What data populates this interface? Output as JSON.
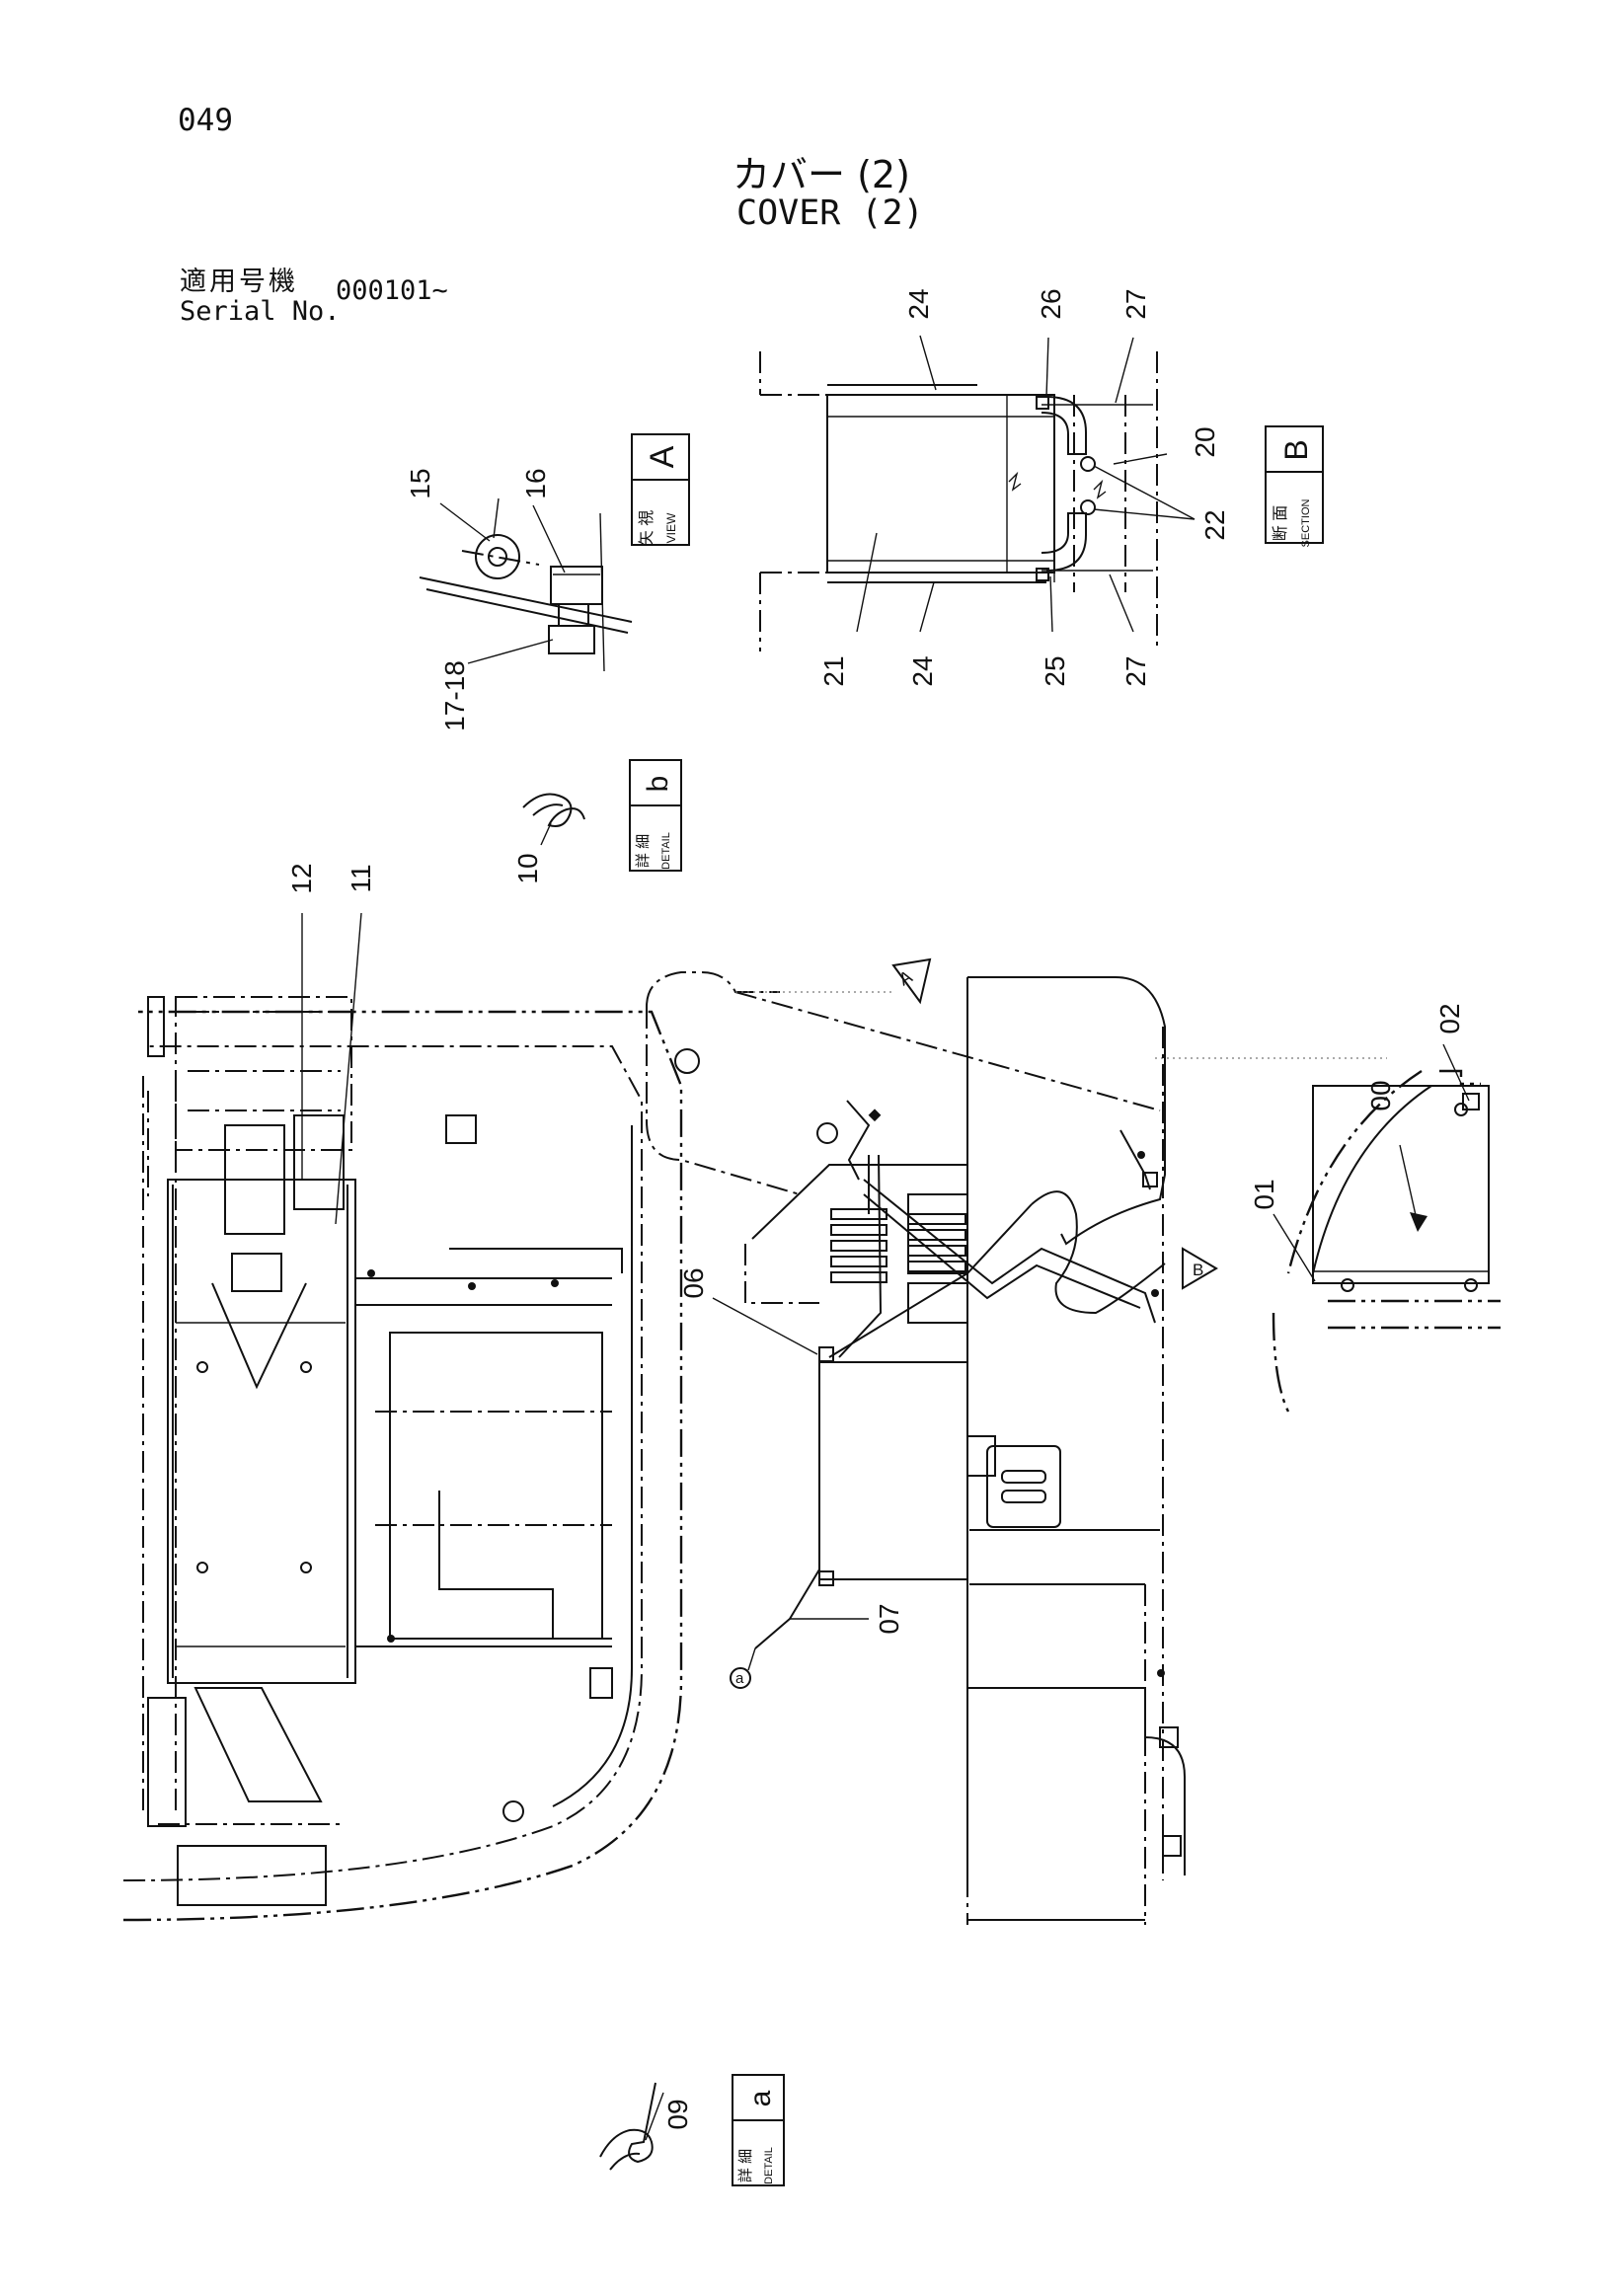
{
  "header": {
    "page_number": "049",
    "title_jp": "カバー (2)",
    "title_en": "COVER (2)",
    "serial_label_jp": "適用号機",
    "serial_label_en": "Serial No.",
    "serial_value": "000101~"
  },
  "callouts": {
    "c15": "15",
    "c16": "16",
    "c1718": "17-18",
    "c24a": "24",
    "c26": "26",
    "c27a": "27",
    "c20": "20",
    "c22": "22",
    "c21": "21",
    "c24b": "24",
    "c25": "25",
    "c27b": "27",
    "c10": "10",
    "c12": "12",
    "c11": "11",
    "c02": "02",
    "c00": "00",
    "c01": "01",
    "c06": "06",
    "c07": "07",
    "c09": "09"
  },
  "markers": {
    "arrow_a": "A",
    "arrow_b": "B",
    "circle_a": "a"
  },
  "views": {
    "view_a": {
      "jp": "矢 視",
      "en": "VIEW",
      "letter": "A"
    },
    "section_b": {
      "jp": "断 面",
      "en": "SECTION",
      "letter": "B"
    },
    "detail_b": {
      "jp": "詳 細",
      "en": "DETAIL",
      "letter": "b"
    },
    "detail_a": {
      "jp": "詳 細",
      "en": "DETAIL",
      "letter": "a"
    }
  }
}
